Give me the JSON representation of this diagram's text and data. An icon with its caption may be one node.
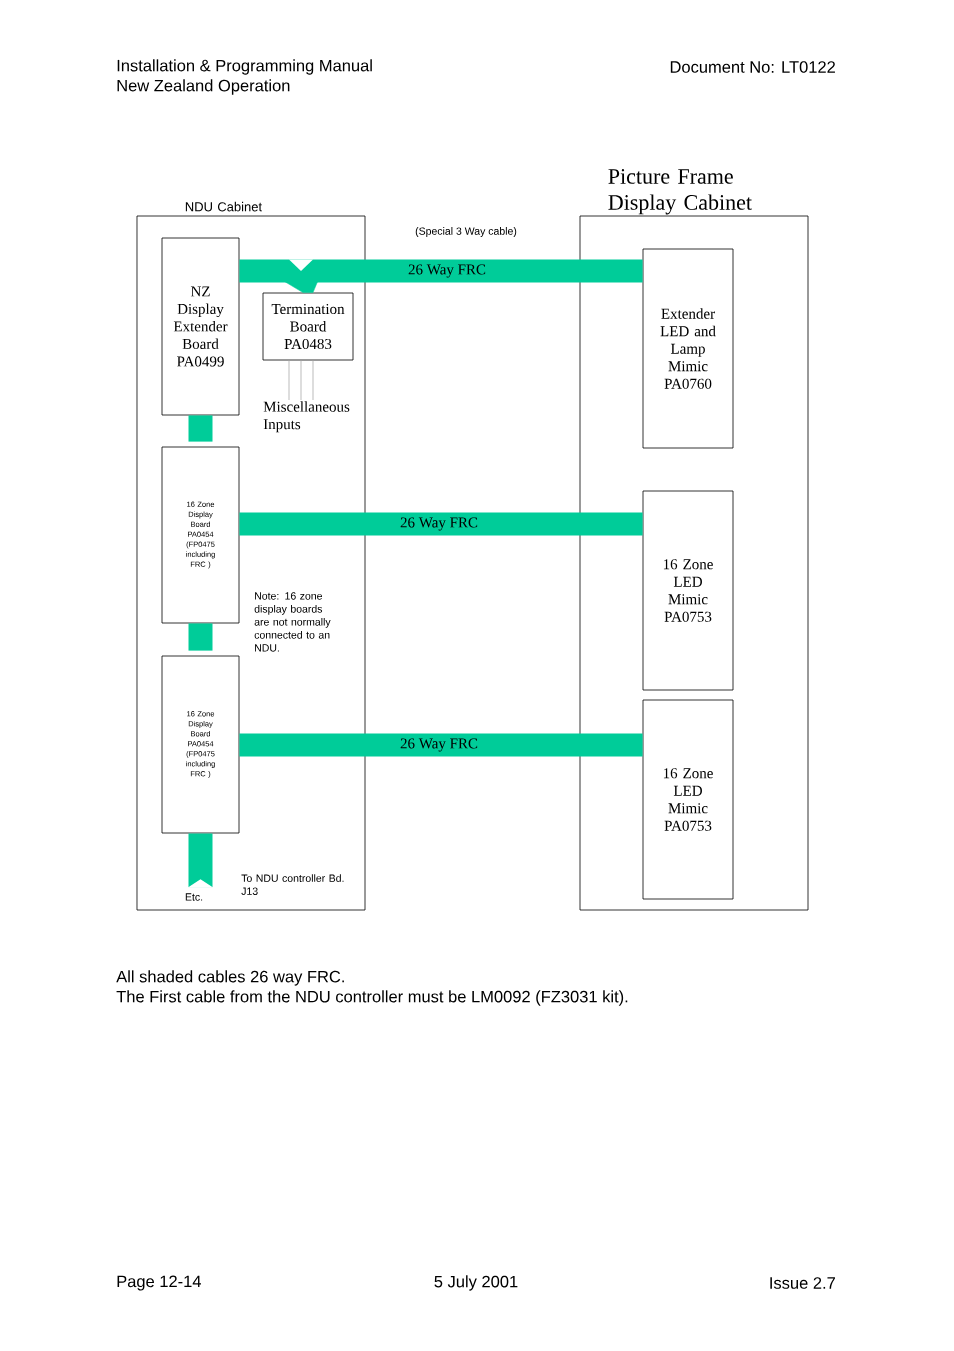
{
  "diagram": {
    "nodes": [
      {
        "text": [
          "NDU Cabinet"
        ]
      },
      {
        "text": [
          "NZ Display Extender Board PA0499"
        ],
        "in": 0
      },
      {
        "text": [
          "Termination Board PA0483"
        ],
        "in": 0
      },
      {
        "text": [
          "16 Zone Display Board PA0454 (FP0475 including FRC )"
        ],
        "in": 0
      },
      {
        "text": [
          "16 Zone Display Board PA0454 (FP0475 including FRC )"
        ],
        "in": 0
      },
      {
        "text": [
          "Picture Frame Display Cabinet"
        ]
      },
      {
        "text": [
          "Extender LED and Lamp Mimic PA0760"
        ],
        "in": 5
      },
      {
        "text": [
          "16 Zone LED Mimic PA0753"
        ],
        "in": 5
      },
      {
        "text": [
          "16 Zone LED Mimic PA0753"
        ],
        "in": 5
      },
      {
        "text": [
          "Miscellaneous Inputs"
        ],
        "in": 0
      },
      {
        "text": [
          "Etc."
        ],
        "in": 0
      }
    ],
    "edges": [
      {
        "from": 1,
        "to": 6,
        "arrow": "none",
        "label": "26 Way FRC"
      },
      {
        "from": 1,
        "to": 2,
        "arrow": "none"
      },
      {
        "from": 2,
        "to": 9,
        "arrow": "none",
        "color": "#aaaaaa"
      },
      {
        "from": 2,
        "to": 9,
        "arrow": "none",
        "color": "#aaaaaa"
      },
      {
        "from": 2,
        "to": 9,
        "arrow": "none",
        "color": "#aaaaaa"
      },
      {
        "from": 1,
        "to": 3,
        "arrow": "none"
      },
      {
        "from": 3,
        "to": 7,
        "arrow": "none",
        "label": "26 Way FRC"
      },
      {
        "from": 3,
        "to": 4,
        "arrow": "none"
      },
      {
        "from": 4,
        "to": 8,
        "arrow": "none",
        "label": "26 Way FRC"
      },
      {
        "from": 4,
        "to": 10,
        "arrow": "other"
      }
    ],
    "labels": [
      "Installation & Programming Manual",
      "New Zealand Operation",
      "Document No: LT0122",
      "(Special 3 Way cable)",
      "Note: 16 zone display boards are not normally connected to an NDU.",
      "To NDU controller Bd. J13",
      "All shaded cables 26 way FRC.",
      "The First cable from the NDU controller must be LM0092 (FZ3031 kit).",
      "Page 12-14",
      "5 July 2001",
      "Issue 2.7"
    ]
  }
}
